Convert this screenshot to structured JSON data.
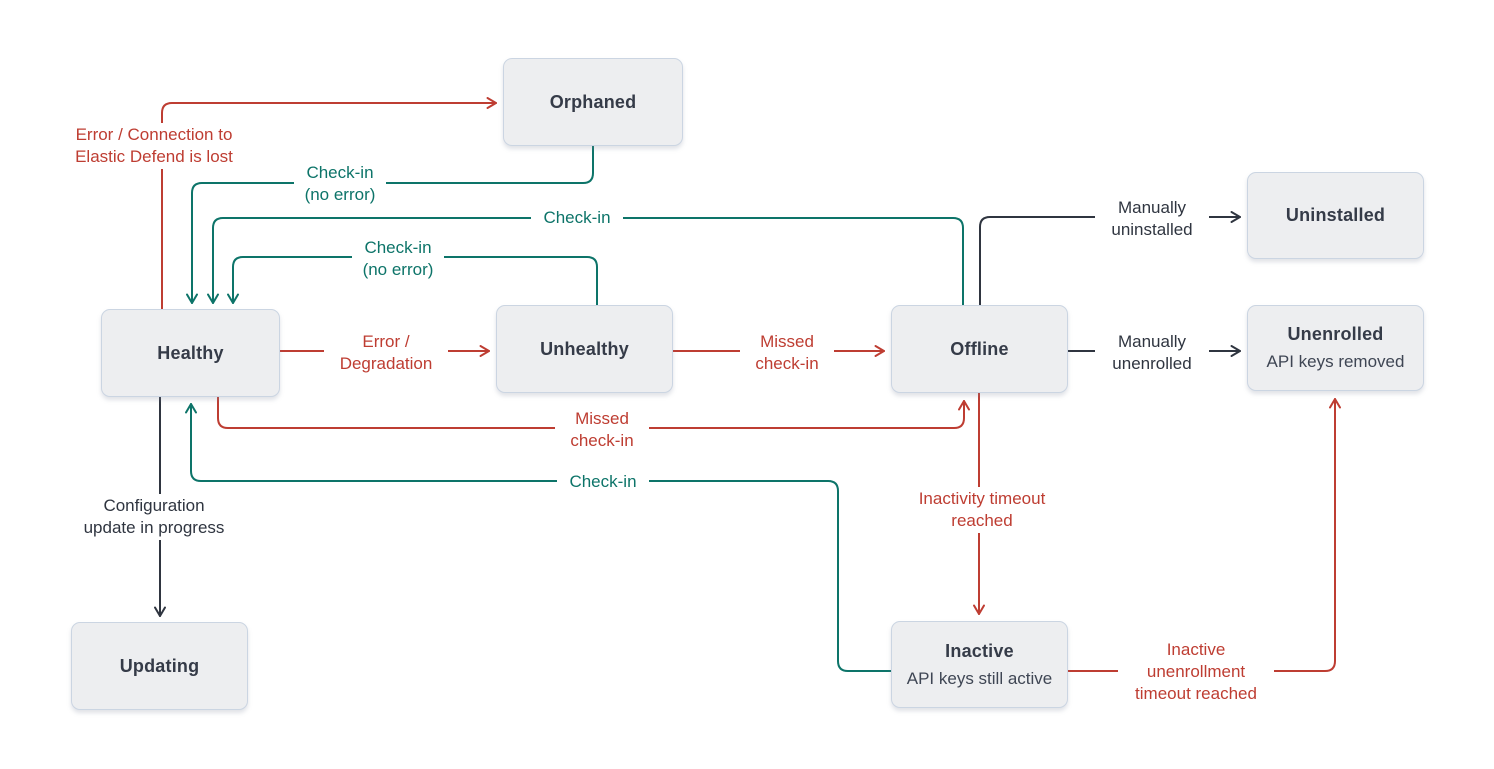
{
  "diagram": {
    "type": "state-diagram",
    "subject": "Agent status lifecycle",
    "colors": {
      "error_transition": "#BE3D32",
      "recovery_transition": "#0D7469",
      "neutral_transition": "#2F3540",
      "node_background": "#EDEEF0",
      "node_border": "#CBD5E2",
      "node_text": "#353B48",
      "canvas_background": "#FFFFFF"
    },
    "nodes": [
      {
        "id": "orphaned",
        "label": "Orphaned"
      },
      {
        "id": "uninstalled",
        "label": "Uninstalled"
      },
      {
        "id": "healthy",
        "label": "Healthy"
      },
      {
        "id": "unhealthy",
        "label": "Unhealthy"
      },
      {
        "id": "offline",
        "label": "Offline"
      },
      {
        "id": "unenrolled",
        "label": "Unenrolled",
        "sublabel": "API keys removed"
      },
      {
        "id": "updating",
        "label": "Updating"
      },
      {
        "id": "inactive",
        "label": "Inactive",
        "sublabel": "API keys still active"
      }
    ],
    "edges": [
      {
        "from": "healthy",
        "to": "orphaned",
        "color": "red",
        "label": "Error / Connection to\nElastic Defend is lost"
      },
      {
        "from": "orphaned",
        "to": "healthy",
        "color": "teal",
        "label": "Check-in\n(no error)"
      },
      {
        "from": "offline",
        "to": "healthy",
        "color": "teal",
        "label": "Check-in"
      },
      {
        "from": "unhealthy",
        "to": "healthy",
        "color": "teal",
        "label": "Check-in\n(no error)"
      },
      {
        "from": "healthy",
        "to": "unhealthy",
        "color": "red",
        "label": "Error /\nDegradation"
      },
      {
        "from": "unhealthy",
        "to": "offline",
        "color": "red",
        "label": "Missed\ncheck-in"
      },
      {
        "from": "offline",
        "to": "uninstalled",
        "color": "black",
        "label": "Manually\nuninstalled"
      },
      {
        "from": "offline",
        "to": "unenrolled",
        "color": "black",
        "label": "Manually\nunenrolled"
      },
      {
        "from": "healthy",
        "to": "offline",
        "color": "red",
        "label": "Missed\ncheck-in"
      },
      {
        "from": "inactive",
        "to": "healthy",
        "color": "teal",
        "label": "Check-in"
      },
      {
        "from": "healthy",
        "to": "updating",
        "color": "black",
        "label": "Configuration\nupdate in progress"
      },
      {
        "from": "offline",
        "to": "inactive",
        "color": "red",
        "label": "Inactivity timeout\nreached"
      },
      {
        "from": "inactive",
        "to": "unenrolled",
        "color": "red",
        "label": "Inactive\nunenrollment\ntimeout reached"
      }
    ]
  }
}
